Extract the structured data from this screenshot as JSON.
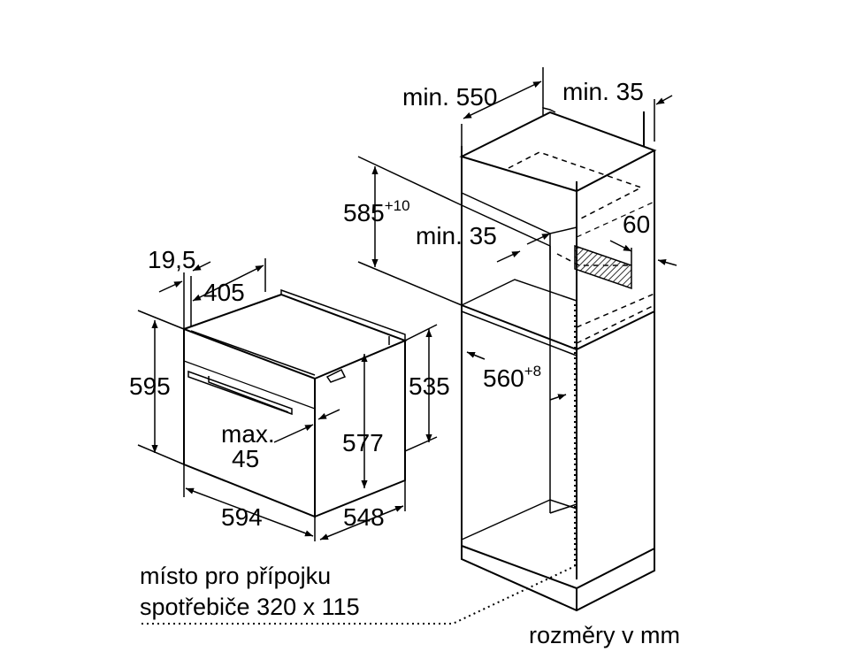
{
  "oven": {
    "depth_front": "19,5",
    "depth_body": "405",
    "height": "595",
    "width": "594",
    "depth": "548",
    "inner_height": "577",
    "back_height": "535",
    "handle_gap_line1": "max.",
    "handle_gap_line2": "45"
  },
  "cabinet": {
    "min_depth": "min. 550",
    "min_back_gap": "min. 35",
    "niche_height": "585",
    "niche_height_tol": "+10",
    "shelf_gap": "min. 35",
    "vent_gap": "60",
    "niche_width": "560",
    "niche_width_tol": "+8"
  },
  "notes": {
    "connection_line1": "místo pro přípojku",
    "connection_line2": "spotřebiče 320 x 115",
    "units": "rozměry v mm"
  },
  "colors": {
    "line": "#000000",
    "hatch": "#444444",
    "background": "#ffffff"
  }
}
